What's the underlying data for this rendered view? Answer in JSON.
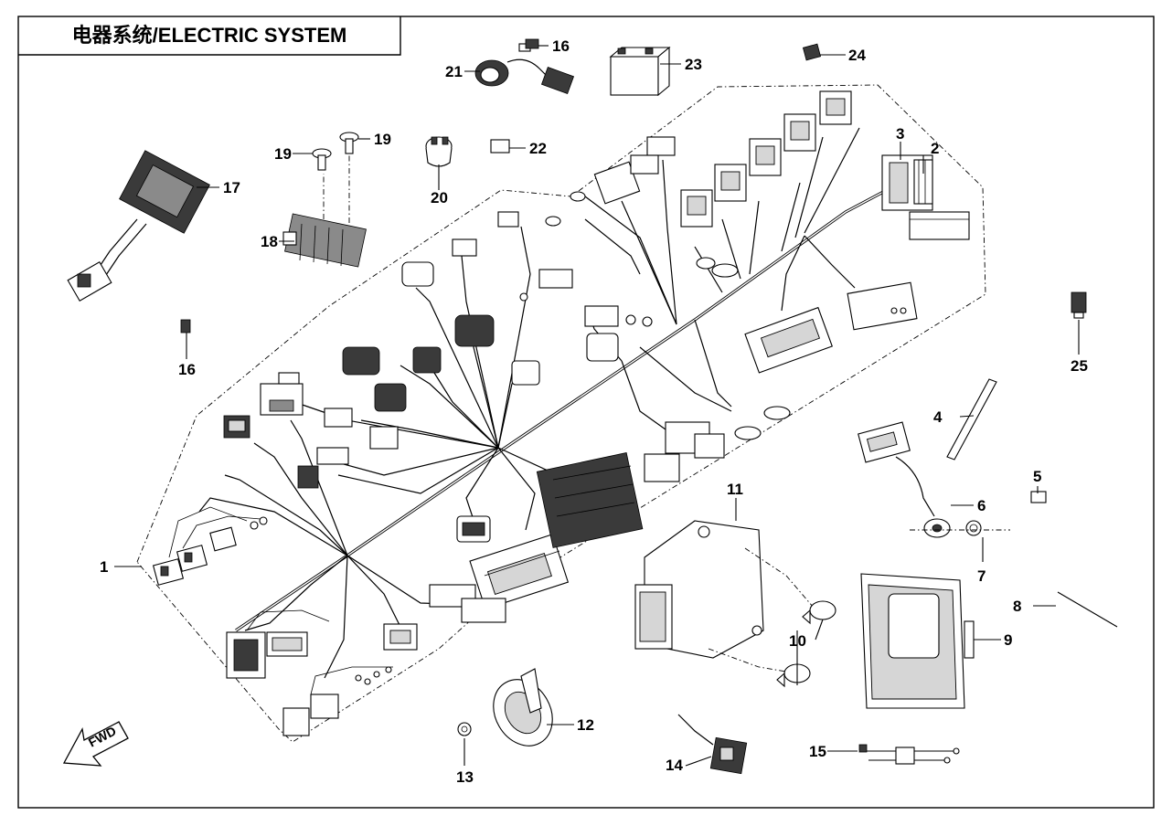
{
  "title": "电器系统/ELECTRIC SYSTEM",
  "direction_marker": "FWD",
  "callouts": [
    {
      "id": "c1",
      "label": "1",
      "part": "wiring-harness"
    },
    {
      "id": "c2",
      "label": "2",
      "part": "fuse"
    },
    {
      "id": "c3",
      "label": "3",
      "part": "fuse-box"
    },
    {
      "id": "c4",
      "label": "4",
      "part": "battery-strap"
    },
    {
      "id": "c5",
      "label": "5",
      "part": "clip"
    },
    {
      "id": "c6",
      "label": "6",
      "part": "ground-cable"
    },
    {
      "id": "c7",
      "label": "7",
      "part": "flange-bolt"
    },
    {
      "id": "c8",
      "label": "8",
      "part": "cable-tie"
    },
    {
      "id": "c9",
      "label": "9",
      "part": "ecu-cover"
    },
    {
      "id": "c10",
      "label": "10",
      "part": "rivet"
    },
    {
      "id": "c11",
      "label": "11",
      "part": "ecu"
    },
    {
      "id": "c12",
      "label": "12",
      "part": "horn"
    },
    {
      "id": "c13",
      "label": "13",
      "part": "nut"
    },
    {
      "id": "c14",
      "label": "14",
      "part": "sensor"
    },
    {
      "id": "c15",
      "label": "15",
      "part": "lead-wire"
    },
    {
      "id": "c16a",
      "label": "16",
      "part": "clip"
    },
    {
      "id": "c16b",
      "label": "16",
      "part": "clip"
    },
    {
      "id": "c17",
      "label": "17",
      "part": "starter-relay"
    },
    {
      "id": "c18",
      "label": "18",
      "part": "voltage-regulator"
    },
    {
      "id": "c19a",
      "label": "19",
      "part": "bolt"
    },
    {
      "id": "c19b",
      "label": "19",
      "part": "bolt"
    },
    {
      "id": "c20",
      "label": "20",
      "part": "socket"
    },
    {
      "id": "c21",
      "label": "21",
      "part": "power-outlet"
    },
    {
      "id": "c22",
      "label": "22",
      "part": "connector"
    },
    {
      "id": "c23",
      "label": "23",
      "part": "battery"
    },
    {
      "id": "c24",
      "label": "24",
      "part": "relay"
    },
    {
      "id": "c25",
      "label": "25",
      "part": "flasher-relay"
    }
  ]
}
